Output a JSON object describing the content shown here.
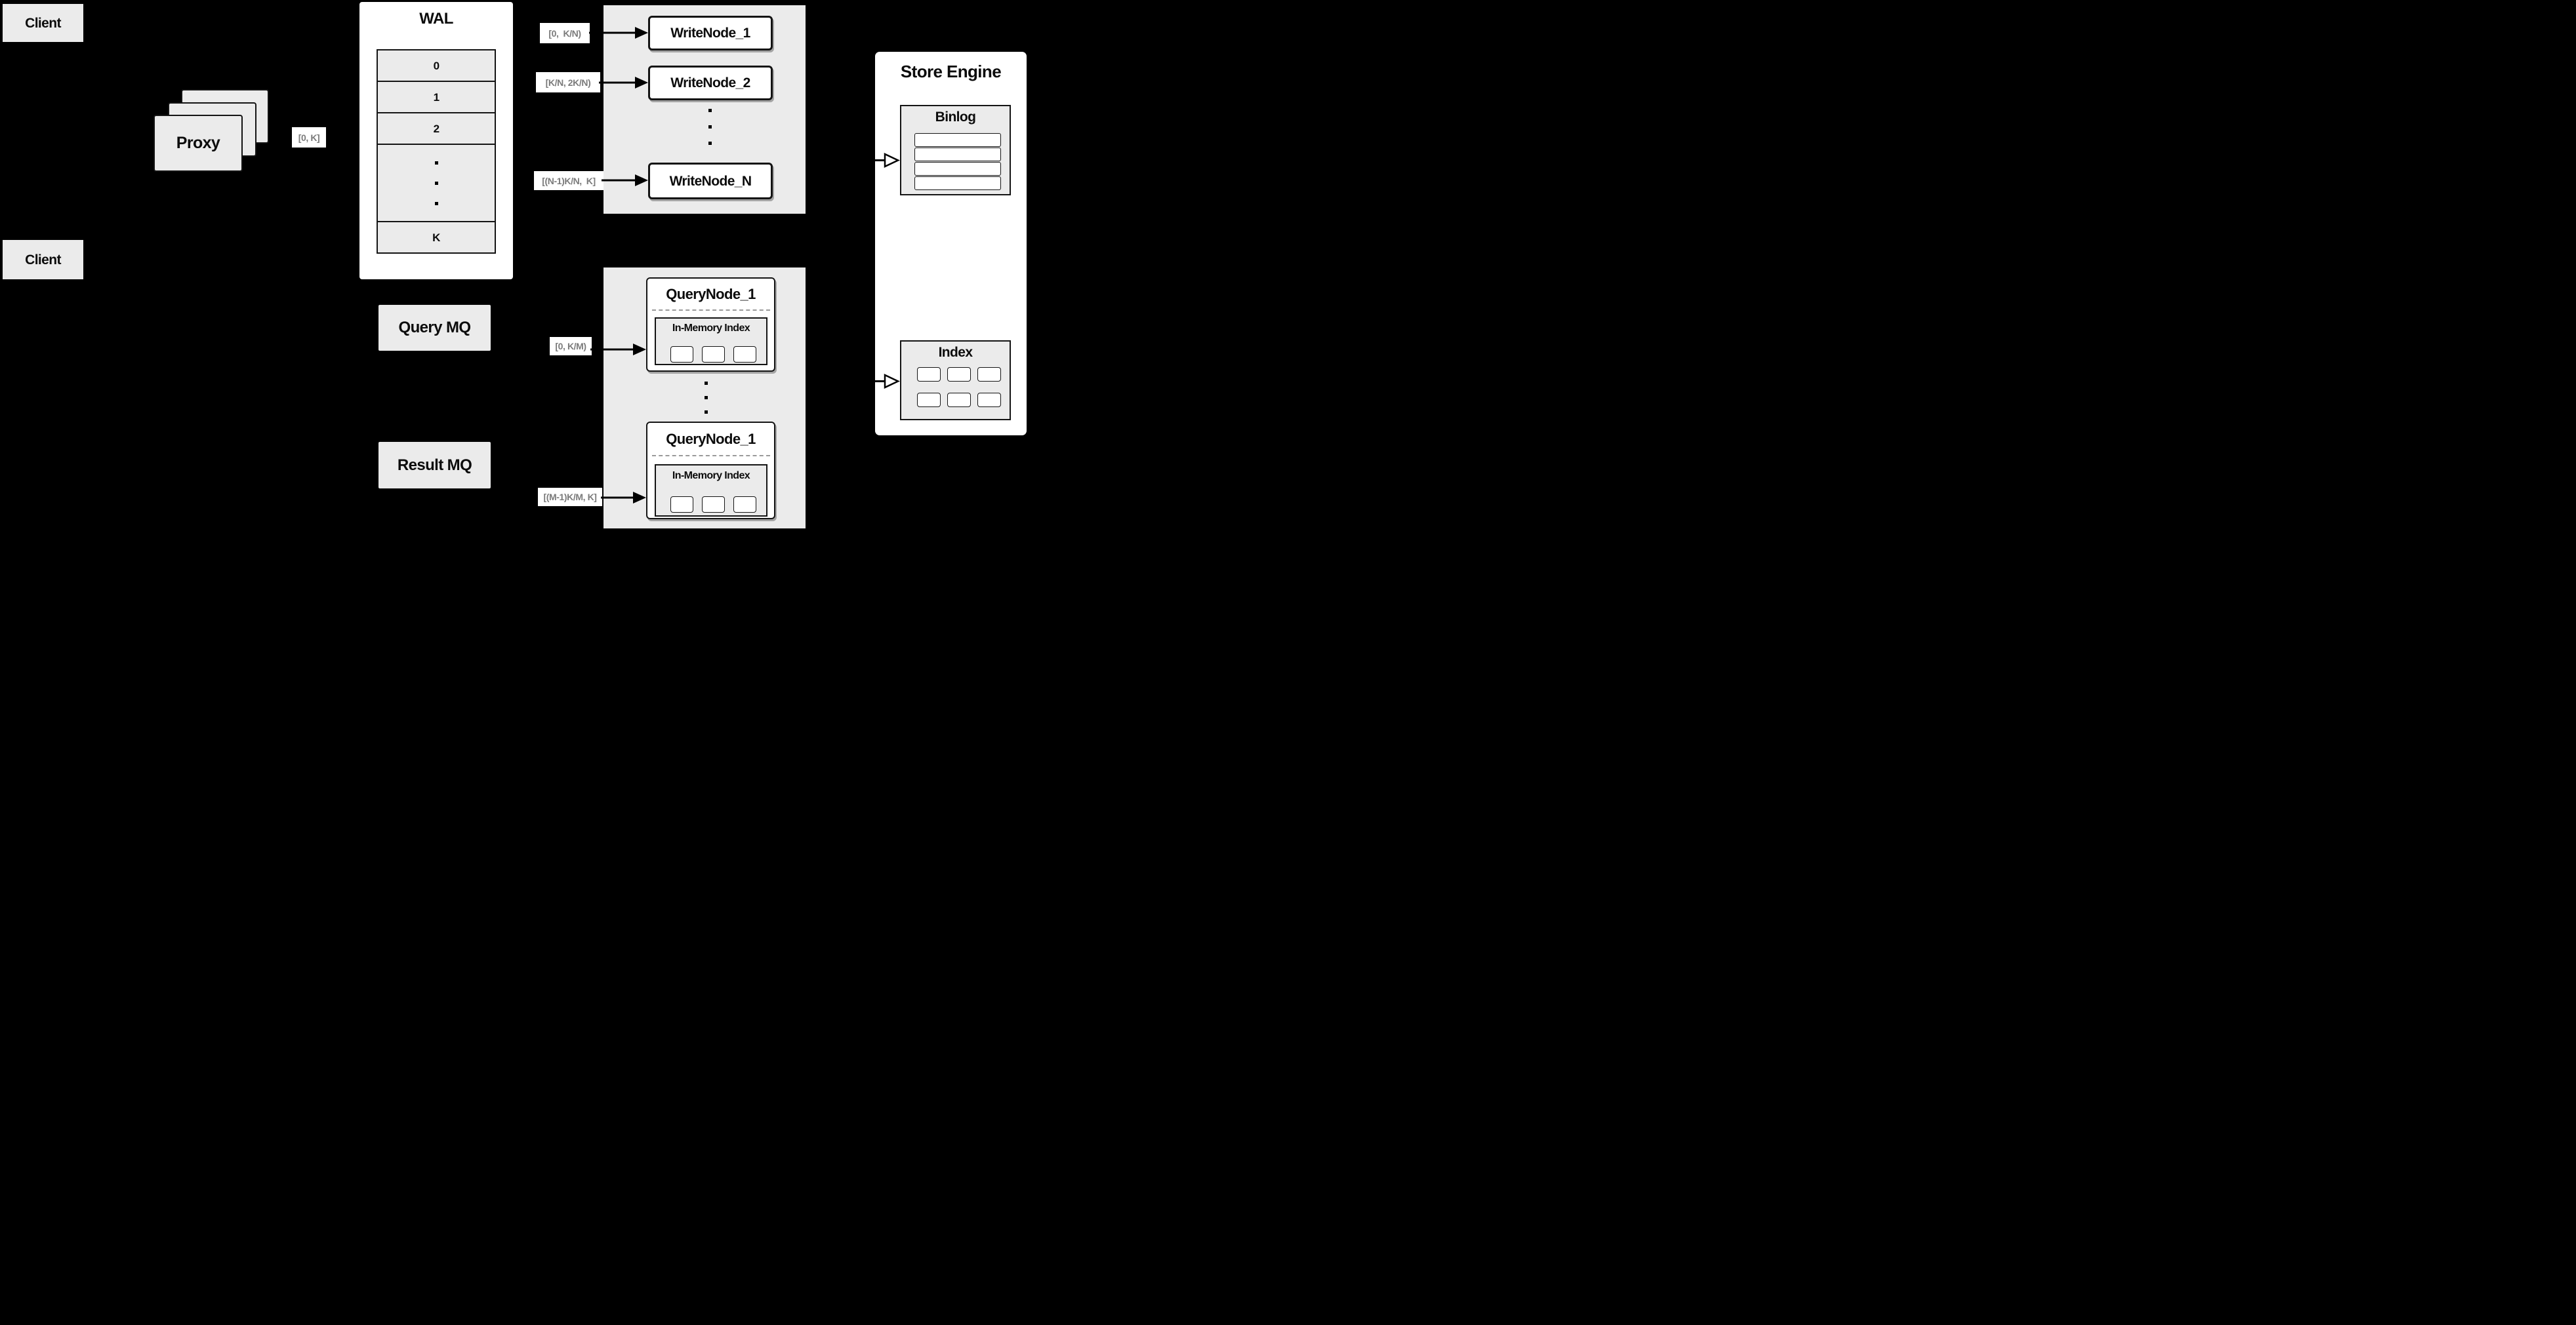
{
  "canvas": {
    "background": "#000000"
  },
  "palette": {
    "panel_gray": "#ebebeb",
    "white": "#ffffff",
    "border_black": "#141414",
    "label_text_gray": "#7b7b7b",
    "dashed_gray": "#9a9a9a"
  },
  "clients": {
    "top": "Client",
    "bottom": "Client"
  },
  "proxy": {
    "label": "Proxy",
    "range_out": "[0, K]"
  },
  "wal": {
    "title": "WAL",
    "rows": [
      "0",
      "1",
      "2",
      "K"
    ]
  },
  "mq": {
    "query": "Query MQ",
    "result": "Result MQ"
  },
  "write_group": {
    "nodes": [
      "WriteNode_1",
      "WriteNode_2",
      "WriteNode_N"
    ],
    "ranges": [
      "[0,  K/N)",
      "[K/N, 2K/N)",
      "[(N-1)K/N,  K]"
    ]
  },
  "query_group": {
    "nodes": [
      {
        "title": "QueryNode_1",
        "index_label": "In-Memory Index"
      },
      {
        "title": "QueryNode_1",
        "index_label": "In-Memory Index"
      }
    ],
    "ranges": [
      "[0, K/M)",
      "[(M-1)K/M, K]"
    ]
  },
  "store_engine": {
    "title": "Store Engine",
    "binlog_title": "Binlog",
    "index_title": "Index"
  }
}
